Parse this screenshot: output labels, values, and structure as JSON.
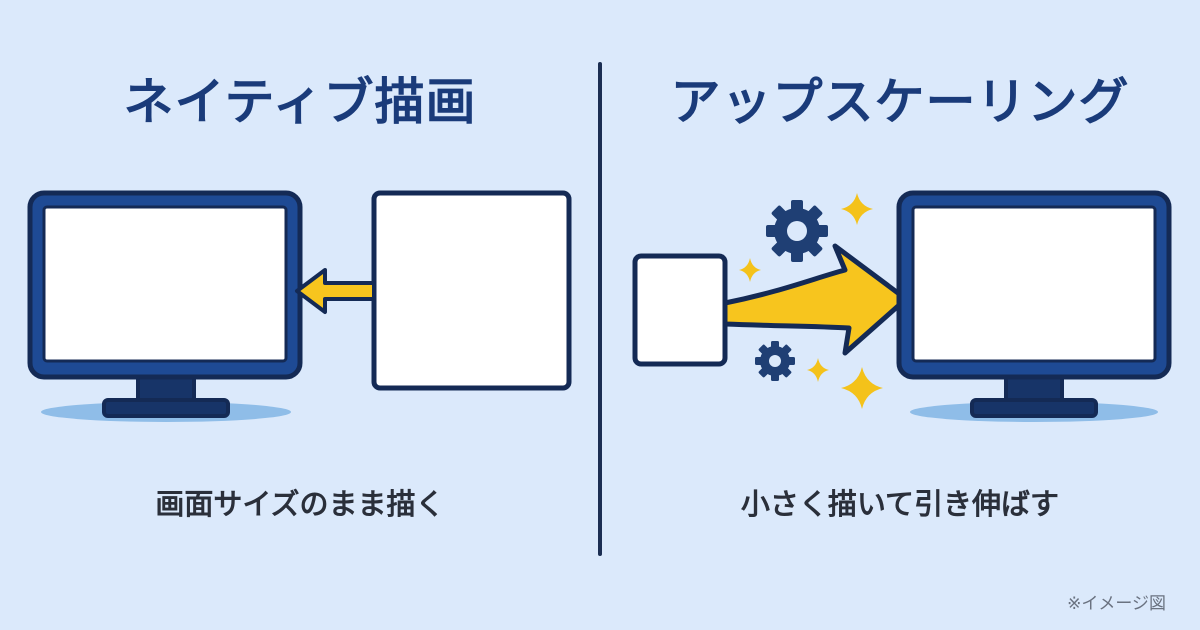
{
  "left_panel": {
    "title": "ネイティブ描画",
    "caption": "画面サイズのまま描く"
  },
  "right_panel": {
    "title": "アップスケーリング",
    "caption": "小さく描いて引き伸ばす"
  },
  "footnote": "※イメージ図",
  "colors": {
    "background": "#dbe9fb",
    "title": "#1a3b7a",
    "monitor_frame": "#1e4a94",
    "outline": "#142a55",
    "arrow": "#f7c51e",
    "sparkle": "#f4c21a",
    "gear": "#1f3f74",
    "shadow": "#8fbde8",
    "screen": "#ffffff"
  },
  "icons": [
    "monitor-icon",
    "gear-icon",
    "sparkle-icon",
    "arrow-icon"
  ]
}
